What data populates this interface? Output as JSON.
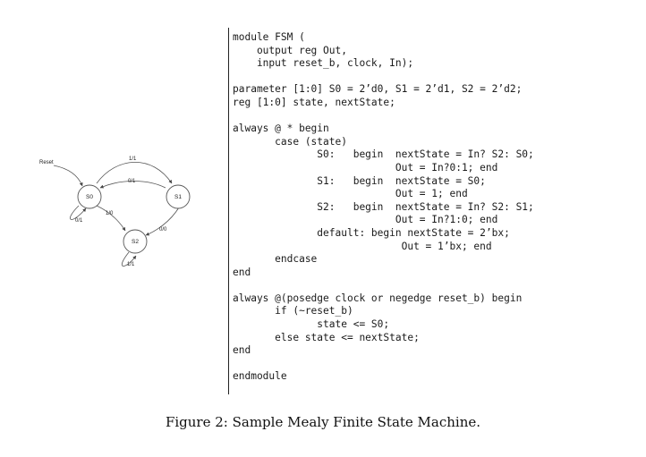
{
  "diagram": {
    "reset_label": "Reset",
    "states": {
      "s0": "S0",
      "s1": "S1",
      "s2": "S2"
    },
    "edges": {
      "s0_to_s1": "1/1",
      "s1_to_s0": "0/1",
      "s0_self": "0/1",
      "s0_to_s2": "1/0",
      "s1_to_s2": "0/0",
      "s2_self": "1/1"
    }
  },
  "code": {
    "lines": [
      "module FSM (",
      "    output reg Out,",
      "    input reset_b, clock, In);",
      "",
      "parameter [1:0] S0 = 2’d0, S1 = 2’d1, S2 = 2’d2;",
      "reg [1:0] state, nextState;",
      "",
      "always @ * begin",
      "       case (state)",
      "              S0:   begin  nextState = In? S2: S0;",
      "                           Out = In?0:1; end",
      "              S1:   begin  nextState = S0;",
      "                           Out = 1; end",
      "              S2:   begin  nextState = In? S2: S1;",
      "                           Out = In?1:0; end",
      "              default: begin nextState = 2’bx;",
      "                            Out = 1’bx; end",
      "       endcase",
      "end",
      "",
      "always @(posedge clock or negedge reset_b) begin",
      "       if (~reset_b)",
      "              state <= S0;",
      "       else state <= nextState;",
      "end",
      "",
      "endmodule"
    ]
  },
  "caption": "Figure 2: Sample Mealy Finite State Machine."
}
